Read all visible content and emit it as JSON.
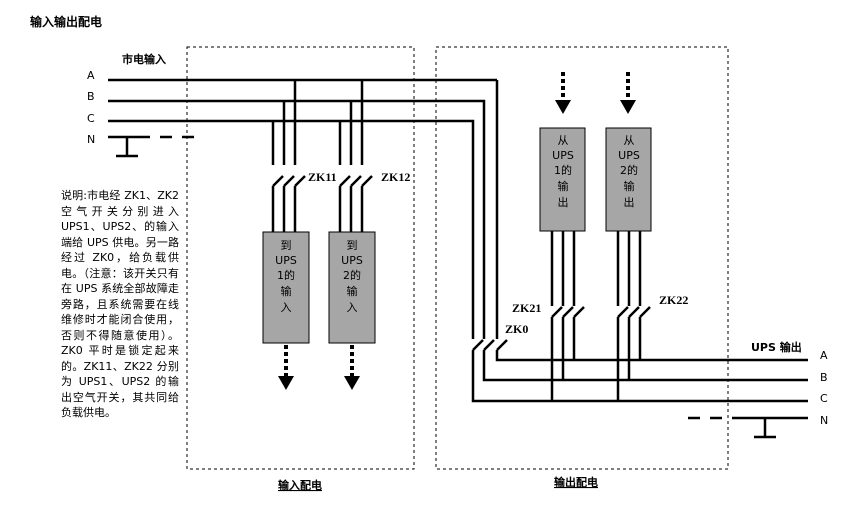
{
  "title": "输入输出配电",
  "mains_label": "市电输入",
  "ups_output_label": "UPS 输出",
  "phases_in": [
    "A",
    "B",
    "C",
    "N"
  ],
  "phases_out": [
    "A",
    "B",
    "C",
    "N"
  ],
  "switches": {
    "zk11": "ZK11",
    "zk12": "ZK12",
    "zk21": "ZK21",
    "zk22": "ZK22",
    "zk0": "ZK0"
  },
  "boxes": {
    "to_ups1": [
      "到",
      "UPS",
      "1的",
      "输",
      "入"
    ],
    "to_ups2": [
      "到",
      "UPS",
      "2的",
      "输",
      "入"
    ],
    "from_ups1": [
      "从",
      "UPS",
      "1的",
      "输",
      "出"
    ],
    "from_ups2": [
      "从",
      "UPS",
      "2的",
      "输",
      "出"
    ]
  },
  "section_labels": {
    "input": "输入配电",
    "output": "输出配电"
  },
  "note": "说明:市电经 ZK1、ZK2 空气开关分别进入 UPS1、UPS2、的输入端给 UPS 供电。另一路经过 ZK0，给负载供电。（注意：该开关只有在 UPS 系统全部故障走旁路，且系统需要在线维修时才能闭合使用，否则不得随意使用）。ZK0 平时是锁定起来的。ZK11、ZK22 分别为 UPS1、UPS2 的输出空气开关，其共同给负载供电。",
  "colors": {
    "box_fill": "#a6a6a6",
    "line": "#000000"
  }
}
